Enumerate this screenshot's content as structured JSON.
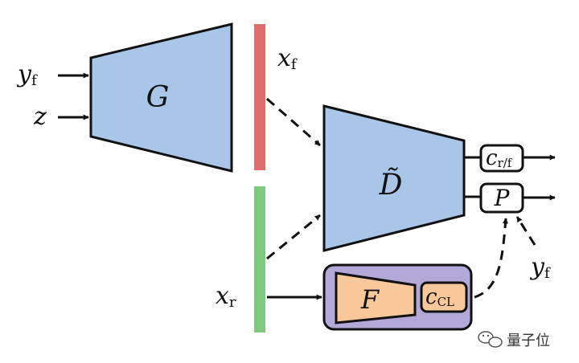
{
  "diagram": {
    "generator": {
      "label": "G"
    },
    "discriminator": {
      "label": "D̃"
    },
    "classifier": {
      "label": "F"
    },
    "inputs": {
      "y_f": {
        "base": "y",
        "sub": "f"
      },
      "z": {
        "base": "z"
      }
    },
    "fake_samples": {
      "base": "x",
      "sub": "f"
    },
    "real_samples": {
      "base": "x",
      "sub": "r"
    },
    "outputs": {
      "c_rf": {
        "base": "c",
        "sub": "r/f"
      },
      "p": {
        "base": "P"
      },
      "c_cl": {
        "base": "c",
        "sub": "CL"
      }
    },
    "label_input": {
      "base": "y",
      "sub": "f"
    },
    "watermark": {
      "text": "量子位"
    },
    "colors": {
      "network_fill": "#a9c6e8",
      "fake_bar": "#e06d6d",
      "real_bar": "#7ec97e",
      "classifier_box": "#b3a9d9",
      "classifier_fill": "#f8c79a",
      "stroke": "#111111"
    }
  }
}
